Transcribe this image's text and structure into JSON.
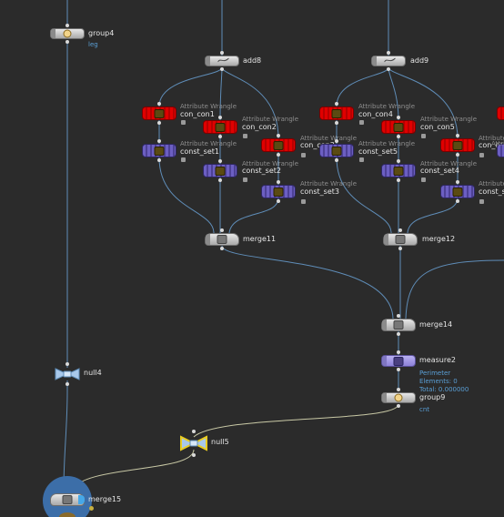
{
  "network": {
    "nodes": {
      "group4": {
        "name": "group4",
        "info": "leg"
      },
      "add8": {
        "name": "add8"
      },
      "add9": {
        "name": "add9"
      },
      "con_con1": {
        "type": "Attribute Wrangle",
        "name": "con_con1"
      },
      "con_con2": {
        "type": "Attribute Wrangle",
        "name": "con_con2"
      },
      "con_con3": {
        "type": "Attribute Wrangle",
        "name": "con_con3"
      },
      "con_con4": {
        "type": "Attribute Wrangle",
        "name": "con_con4"
      },
      "con_con5": {
        "type": "Attribute Wrangle",
        "name": "con_con5"
      },
      "con_col_partial": {
        "type": "Attribute",
        "name": "con_col"
      },
      "const_set1": {
        "type": "Attribute Wrangle",
        "name": "const_set1"
      },
      "const_set2": {
        "type": "Attribute Wrangle",
        "name": "const_set2"
      },
      "const_set3": {
        "type": "Attribute Wrangle",
        "name": "const_set3"
      },
      "const_set5": {
        "type": "Attribute Wrangle",
        "name": "const_set5"
      },
      "const_set4": {
        "type": "Attribute Wrangle",
        "name": "const_set4"
      },
      "const_s_partial": {
        "type": "Attribute Wrangle",
        "name": "const_s"
      },
      "const_partial_right": {
        "type": "Attribute"
      },
      "merge11": {
        "name": "merge11"
      },
      "merge12": {
        "name": "merge12"
      },
      "merge14": {
        "name": "merge14"
      },
      "measure2": {
        "name": "measure2",
        "info": [
          "Perimeter",
          "Elements: 0",
          "Total: 0.000000"
        ]
      },
      "group9": {
        "name": "group9",
        "info": "cnt"
      },
      "null4": {
        "name": "null4"
      },
      "null5": {
        "name": "null5"
      },
      "merge15": {
        "name": "merge15"
      }
    }
  }
}
